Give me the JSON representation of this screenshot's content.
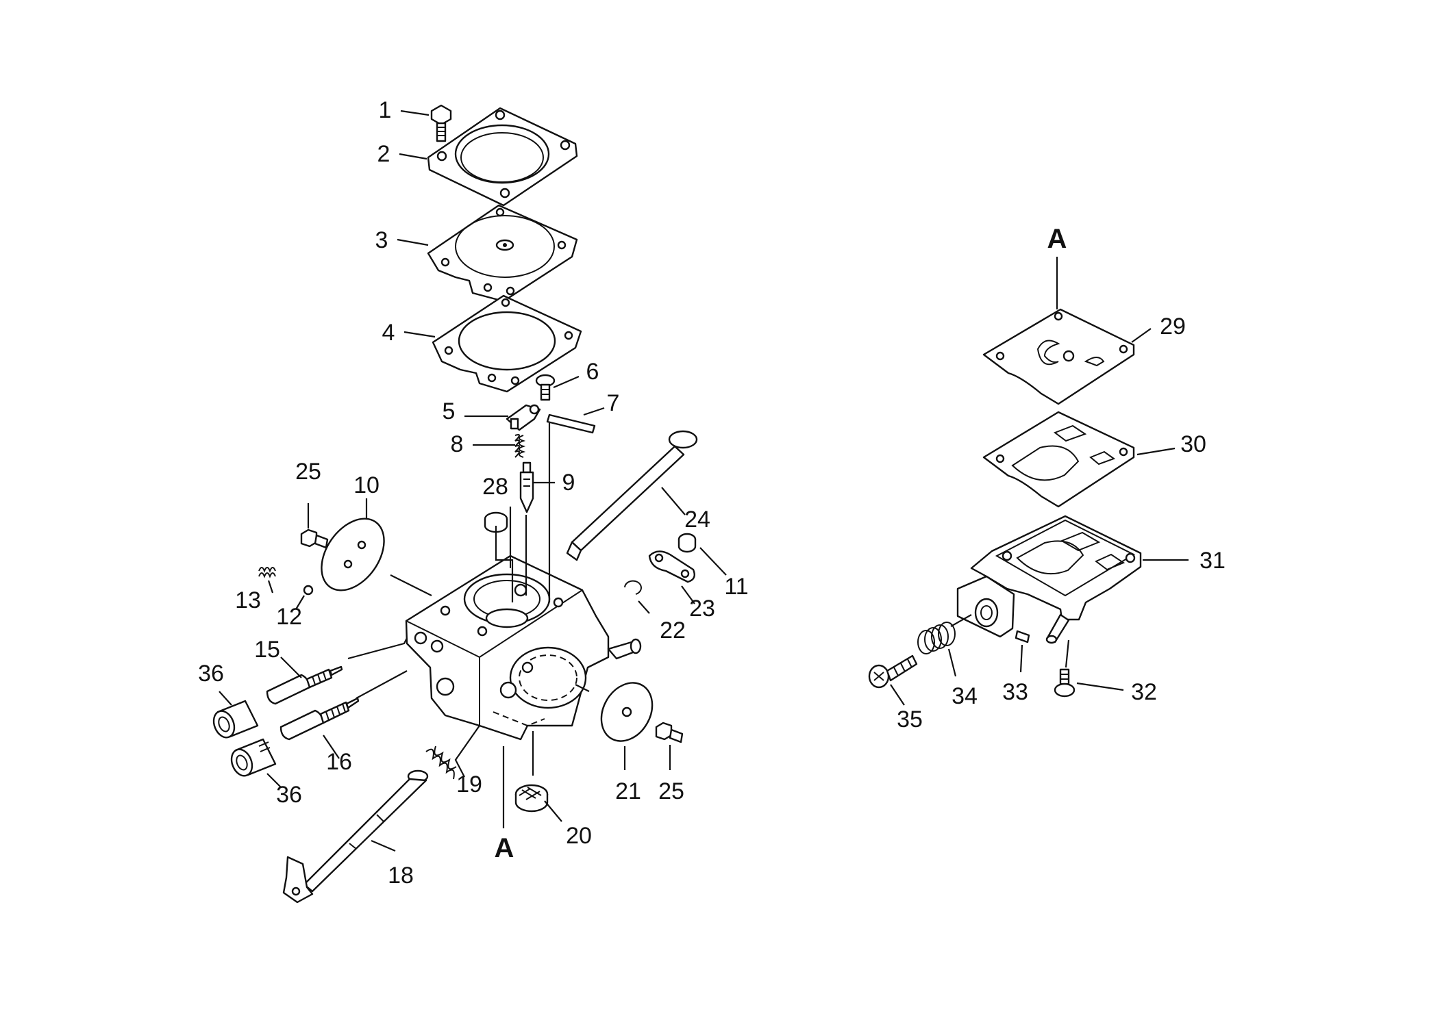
{
  "diagram": {
    "reference_marks": [
      "A",
      "A"
    ],
    "callouts": [
      "1",
      "2",
      "3",
      "4",
      "5",
      "6",
      "7",
      "8",
      "9",
      "10",
      "11",
      "12",
      "13",
      "15",
      "16",
      "18",
      "19",
      "20",
      "21",
      "22",
      "23",
      "24",
      "25",
      "25",
      "28",
      "29",
      "30",
      "31",
      "32",
      "33",
      "34",
      "35",
      "36",
      "36"
    ]
  }
}
